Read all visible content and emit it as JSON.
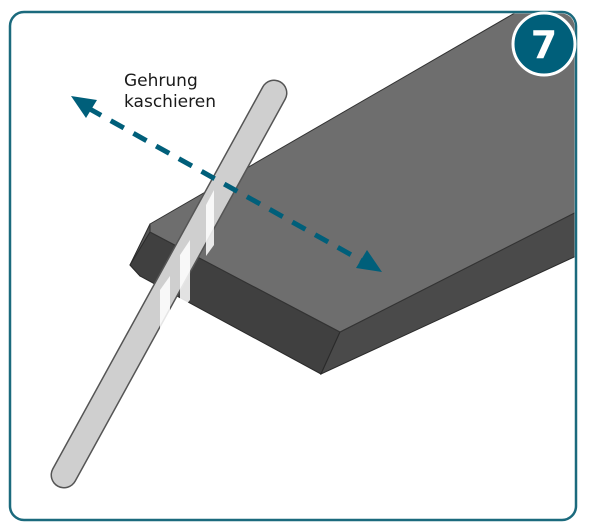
{
  "step": {
    "number": "7"
  },
  "annotation": {
    "line1": "Gehrung",
    "line2": "kaschieren"
  },
  "colors": {
    "frame": "#1b6a7d",
    "accent": "#005f7a",
    "board_top": "#6e6e6e",
    "board_side": "#3f3f3f",
    "board_end": "#565656",
    "tape": "#cfcfcf",
    "tape_outline": "#555555",
    "tape_highlight": "#ffffff"
  },
  "icons": {
    "arrow": "double-headed-dashed-arrow",
    "tool": "adhesive-tape-strip"
  }
}
